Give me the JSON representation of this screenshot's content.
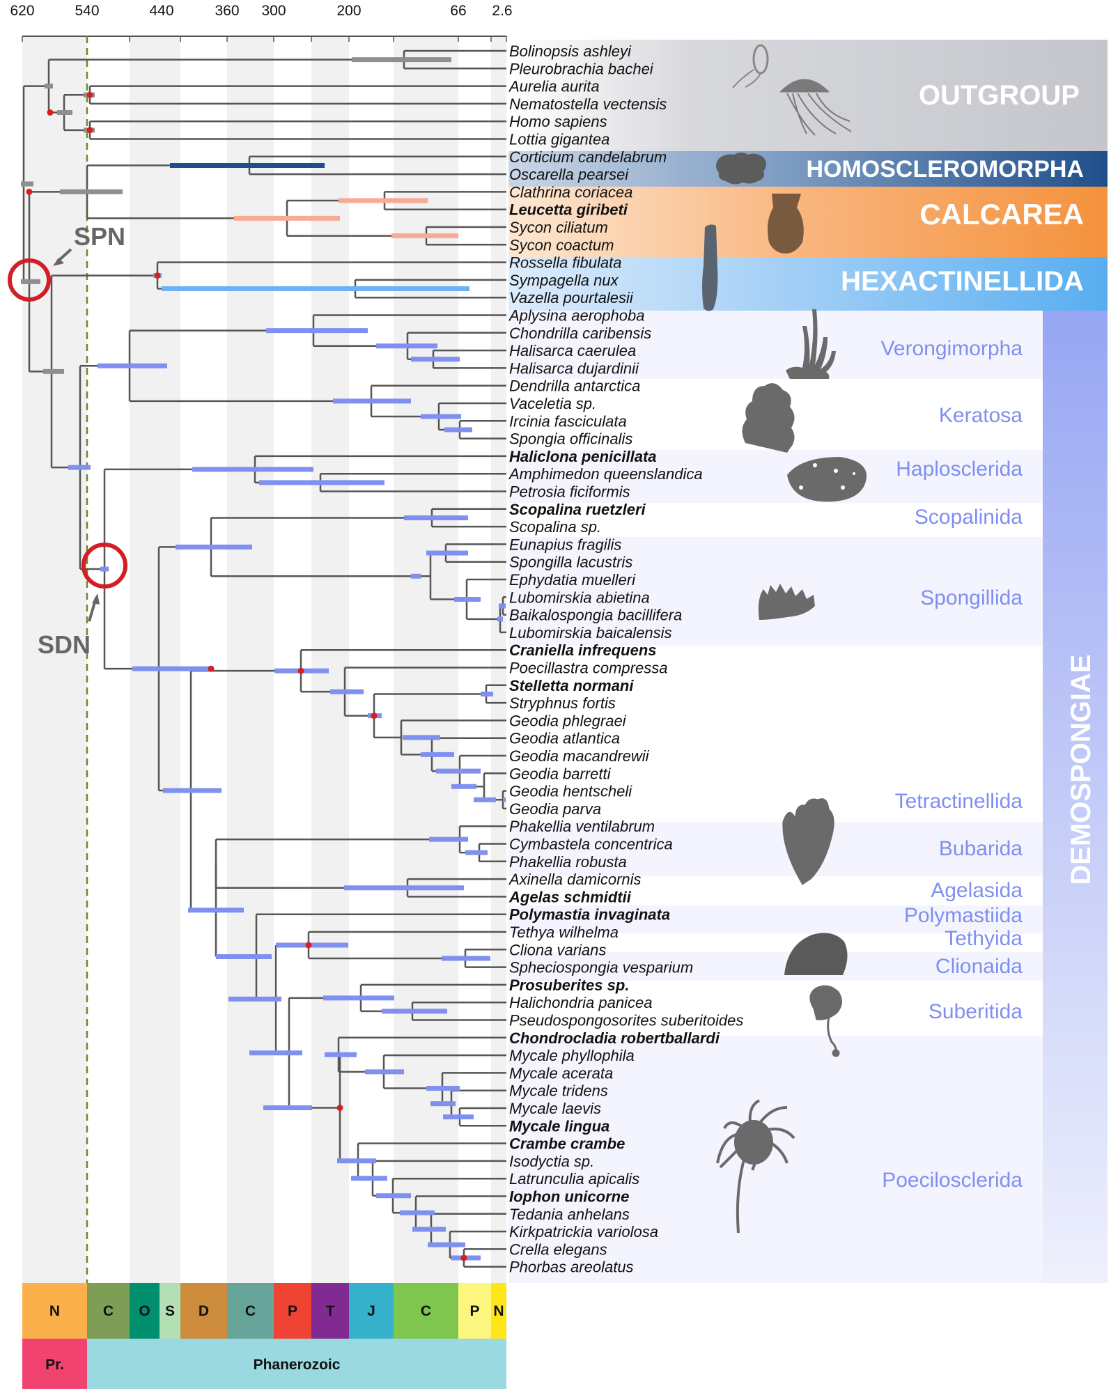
{
  "time_axis": {
    "ticks": [
      "620",
      "540",
      "440",
      "360",
      "300",
      "200",
      "66",
      "2.6"
    ]
  },
  "taxa": [
    {
      "name": "Bolinopsis ashleyi",
      "bold": false
    },
    {
      "name": "Pleurobrachia bachei",
      "bold": false
    },
    {
      "name": "Aurelia aurita",
      "bold": false
    },
    {
      "name": "Nematostella vectensis",
      "bold": false
    },
    {
      "name": "Homo sapiens",
      "bold": false
    },
    {
      "name": "Lottia gigantea",
      "bold": false
    },
    {
      "name": "Corticium candelabrum",
      "bold": false
    },
    {
      "name": "Oscarella pearsei",
      "bold": false
    },
    {
      "name": "Clathrina coriacea",
      "bold": false
    },
    {
      "name": "Leucetta giribeti",
      "bold": true
    },
    {
      "name": "Sycon ciliatum",
      "bold": false
    },
    {
      "name": "Sycon coactum",
      "bold": false
    },
    {
      "name": "Rossella fibulata",
      "bold": false
    },
    {
      "name": "Sympagella nux",
      "bold": false
    },
    {
      "name": "Vazella pourtalesii",
      "bold": false
    },
    {
      "name": "Aplysina aerophoba",
      "bold": false
    },
    {
      "name": "Chondrilla caribensis",
      "bold": false
    },
    {
      "name": "Halisarca caerulea",
      "bold": false
    },
    {
      "name": "Halisarca dujardinii",
      "bold": false
    },
    {
      "name": "Dendrilla antarctica",
      "bold": false
    },
    {
      "name": "Vaceletia sp.",
      "bold": false
    },
    {
      "name": "Ircinia fasciculata",
      "bold": false
    },
    {
      "name": "Spongia officinalis",
      "bold": false
    },
    {
      "name": "Haliclona penicillata",
      "bold": true
    },
    {
      "name": "Amphimedon queenslandica",
      "bold": false
    },
    {
      "name": "Petrosia ficiformis",
      "bold": false
    },
    {
      "name": "Scopalina ruetzleri",
      "bold": true
    },
    {
      "name": "Scopalina sp.",
      "bold": false
    },
    {
      "name": "Eunapius fragilis",
      "bold": false
    },
    {
      "name": "Spongilla lacustris",
      "bold": false
    },
    {
      "name": "Ephydatia muelleri",
      "bold": false
    },
    {
      "name": "Lubomirskia abietina",
      "bold": false
    },
    {
      "name": "Baikalospongia bacillifera",
      "bold": false
    },
    {
      "name": "Lubomirskia baicalensis",
      "bold": false
    },
    {
      "name": "Craniella infrequens",
      "bold": true
    },
    {
      "name": "Poecillastra compressa",
      "bold": false
    },
    {
      "name": "Stelletta normani",
      "bold": true
    },
    {
      "name": "Stryphnus fortis",
      "bold": false
    },
    {
      "name": "Geodia phlegraei",
      "bold": false
    },
    {
      "name": "Geodia atlantica",
      "bold": false
    },
    {
      "name": "Geodia macandrewii",
      "bold": false
    },
    {
      "name": "Geodia barretti",
      "bold": false
    },
    {
      "name": "Geodia hentscheli",
      "bold": false
    },
    {
      "name": "Geodia parva",
      "bold": false
    },
    {
      "name": "Phakellia ventilabrum",
      "bold": false
    },
    {
      "name": "Cymbastela concentrica",
      "bold": false
    },
    {
      "name": "Phakellia robusta",
      "bold": false
    },
    {
      "name": "Axinella damicornis",
      "bold": false
    },
    {
      "name": "Agelas schmidtii",
      "bold": true
    },
    {
      "name": "Polymastia invaginata",
      "bold": true
    },
    {
      "name": "Tethya wilhelma",
      "bold": false
    },
    {
      "name": "Cliona varians",
      "bold": false
    },
    {
      "name": "Spheciospongia vesparium",
      "bold": false
    },
    {
      "name": "Prosuberites sp.",
      "bold": true
    },
    {
      "name": "Halichondria panicea",
      "bold": false
    },
    {
      "name": "Pseudospongosorites suberitoides",
      "bold": false
    },
    {
      "name": "Chondrocladia robertballardi",
      "bold": true
    },
    {
      "name": "Mycale phyllophila",
      "bold": false
    },
    {
      "name": "Mycale acerata",
      "bold": false
    },
    {
      "name": "Mycale tridens",
      "bold": false
    },
    {
      "name": "Mycale laevis",
      "bold": false
    },
    {
      "name": "Mycale lingua",
      "bold": true
    },
    {
      "name": "Crambe crambe",
      "bold": true
    },
    {
      "name": "Isodyctia sp.",
      "bold": false
    },
    {
      "name": "Latrunculia apicalis",
      "bold": false
    },
    {
      "name": "Iophon unicorne",
      "bold": true
    },
    {
      "name": "Tedania anhelans",
      "bold": false
    },
    {
      "name": "Kirkpatrickia variolosa",
      "bold": false
    },
    {
      "name": "Crella elegans",
      "bold": false
    },
    {
      "name": "Phorbas areolatus",
      "bold": false
    }
  ],
  "groups": [
    {
      "label": "OUTGROUP",
      "color": "#c4c6cc"
    },
    {
      "label": "HOMOSCLEROMORPHA",
      "color": "#1f4f8a"
    },
    {
      "label": "CALCAREA",
      "color": "#f4923c"
    },
    {
      "label": "HEXACTINELLIDA",
      "color": "#58aef0"
    },
    {
      "label": "DEMOSPONGIAE",
      "color": "#9aa8f5"
    }
  ],
  "orders": [
    "Verongimorpha",
    "Keratosa",
    "Haplosclerida",
    "Scopalinida",
    "Spongillida",
    "Tetractinellida",
    "Bubarida",
    "Agelasida",
    "Polymastiida",
    "Tethyida",
    "Clionaida",
    "Suberitida",
    "Poecilosclerida"
  ],
  "node_labels": {
    "spn": "SPN",
    "sdn": "SDN"
  },
  "periods": [
    {
      "label": "N",
      "color": "#fbb04c"
    },
    {
      "label": "C",
      "color": "#7e9e55"
    },
    {
      "label": "O",
      "color": "#009070"
    },
    {
      "label": "S",
      "color": "#b2e0b4"
    },
    {
      "label": "D",
      "color": "#cd8c3c"
    },
    {
      "label": "C",
      "color": "#67a59a"
    },
    {
      "label": "P",
      "color": "#ef4433"
    },
    {
      "label": "T",
      "color": "#812b92"
    },
    {
      "label": "J",
      "color": "#35b1cc"
    },
    {
      "label": "C",
      "color": "#7fc64e"
    },
    {
      "label": "P",
      "color": "#fcf57e"
    },
    {
      "label": "N",
      "color": "#ffe619"
    }
  ],
  "eons": [
    {
      "label": "Pr.",
      "color": "#f04370"
    },
    {
      "label": "Phanerozoic",
      "color": "#9ad9df"
    }
  ],
  "colors": {
    "branch": "#555555",
    "bar_demo": "#7f90f0",
    "bar_grey": "#8f8f8f",
    "bar_calc": "#f7ab93",
    "bar_homo": "#1f4f8a",
    "bar_hexa": "#6bb3f2",
    "calibration": "#d62020",
    "highlight": "#d21e26",
    "dashed": "#6b8e23"
  }
}
